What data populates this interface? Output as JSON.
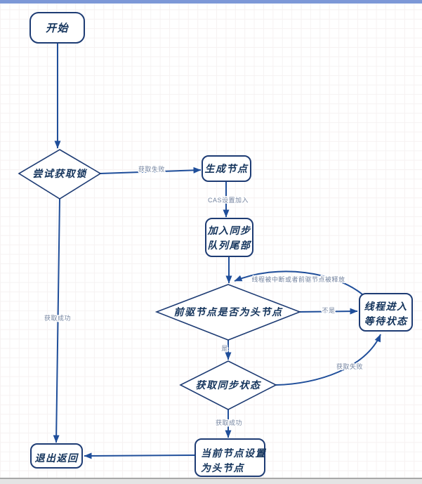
{
  "window": {
    "top_bar_color": "#7d98d7",
    "status_bar_color": "#e4e4e4",
    "status_bar_border_color": "#a8a8a8"
  },
  "colors": {
    "node_border": "#1e3c74",
    "node_text": "#14345c",
    "edge_line": "#1f4e9a",
    "edge_label_text": "#72829e"
  },
  "nodes": {
    "start": {
      "label": "开始"
    },
    "try_acquire": {
      "label": "尝试获取锁"
    },
    "create_node": {
      "label": "生成节点"
    },
    "enqueue": {
      "line1": "加入同步",
      "line2": "队列尾部"
    },
    "pred_check": {
      "label": "前驱节点是否为头节点"
    },
    "acquire_sync": {
      "label": "获取同步状态"
    },
    "set_head": {
      "line1": "当前节点设置",
      "line2": "为头节点"
    },
    "exit_return": {
      "label": "退出返回"
    },
    "wait_state": {
      "line1": "线程进入",
      "line2": "等待状态"
    }
  },
  "edge_labels": {
    "acquire_fail_to_create": "获取失败",
    "cas_join": "CAS设置加入",
    "interrupted_or_released": "线程被中断或者前驱节点被释放",
    "not_head": "不是",
    "is_head": "是",
    "acquire_fail_to_wait": "获取失败",
    "acquire_success_exit": "获取成功",
    "acquire_success_set_head": "获取成功"
  }
}
